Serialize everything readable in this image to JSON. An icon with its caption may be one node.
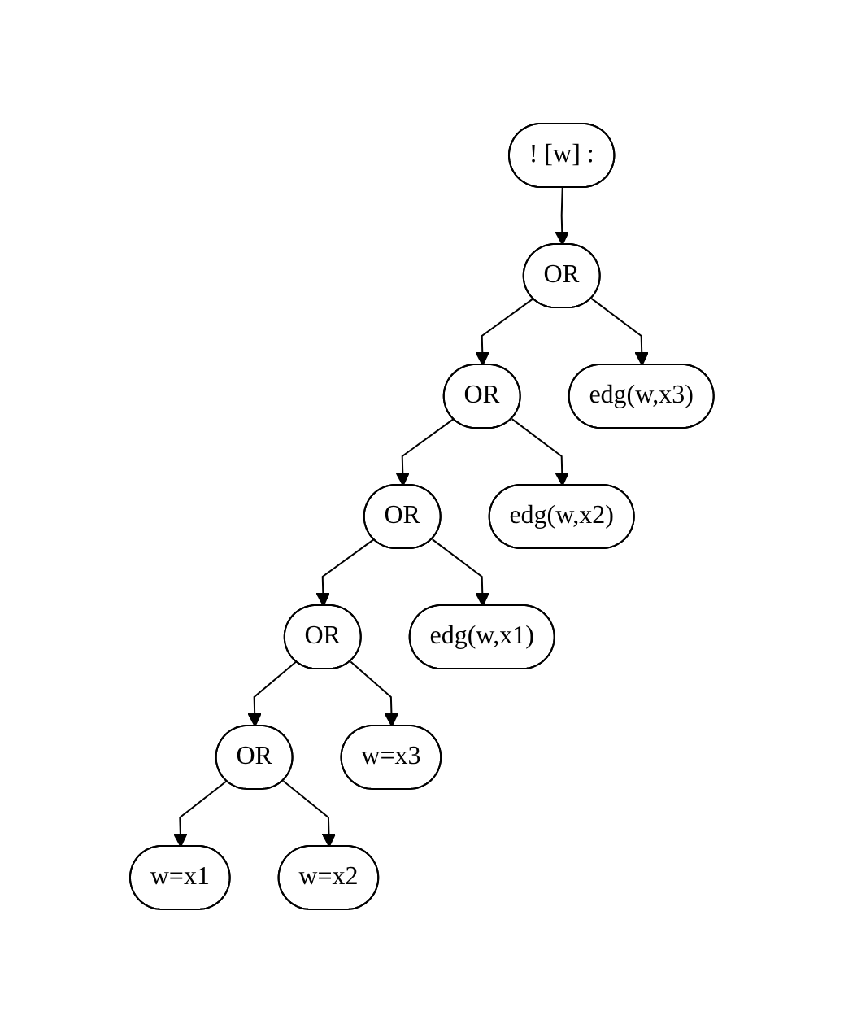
{
  "diagram": {
    "nodes": [
      {
        "text": [
          "! [w] :"
        ]
      },
      {
        "text": [
          "OR"
        ]
      },
      {
        "text": [
          "OR"
        ]
      },
      {
        "text": [
          "edg(w,x3)"
        ]
      },
      {
        "text": [
          "OR"
        ]
      },
      {
        "text": [
          "edg(w,x2)"
        ]
      },
      {
        "text": [
          "OR"
        ]
      },
      {
        "text": [
          "edg(w,x1)"
        ]
      },
      {
        "text": [
          "OR"
        ]
      },
      {
        "text": [
          "w=x3"
        ]
      },
      {
        "text": [
          "w=x1"
        ]
      },
      {
        "text": [
          "w=x2"
        ]
      }
    ],
    "edges": [
      {
        "from": 0,
        "to": 1,
        "arrow": "to"
      },
      {
        "from": 1,
        "to": 2,
        "arrow": "to"
      },
      {
        "from": 1,
        "to": 3,
        "arrow": "to"
      },
      {
        "from": 2,
        "to": 4,
        "arrow": "to"
      },
      {
        "from": 2,
        "to": 5,
        "arrow": "to"
      },
      {
        "from": 4,
        "to": 6,
        "arrow": "to"
      },
      {
        "from": 4,
        "to": 7,
        "arrow": "to"
      },
      {
        "from": 6,
        "to": 8,
        "arrow": "to"
      },
      {
        "from": 6,
        "to": 9,
        "arrow": "to"
      },
      {
        "from": 8,
        "to": 10,
        "arrow": "to"
      },
      {
        "from": 8,
        "to": 11,
        "arrow": "to"
      }
    ]
  }
}
